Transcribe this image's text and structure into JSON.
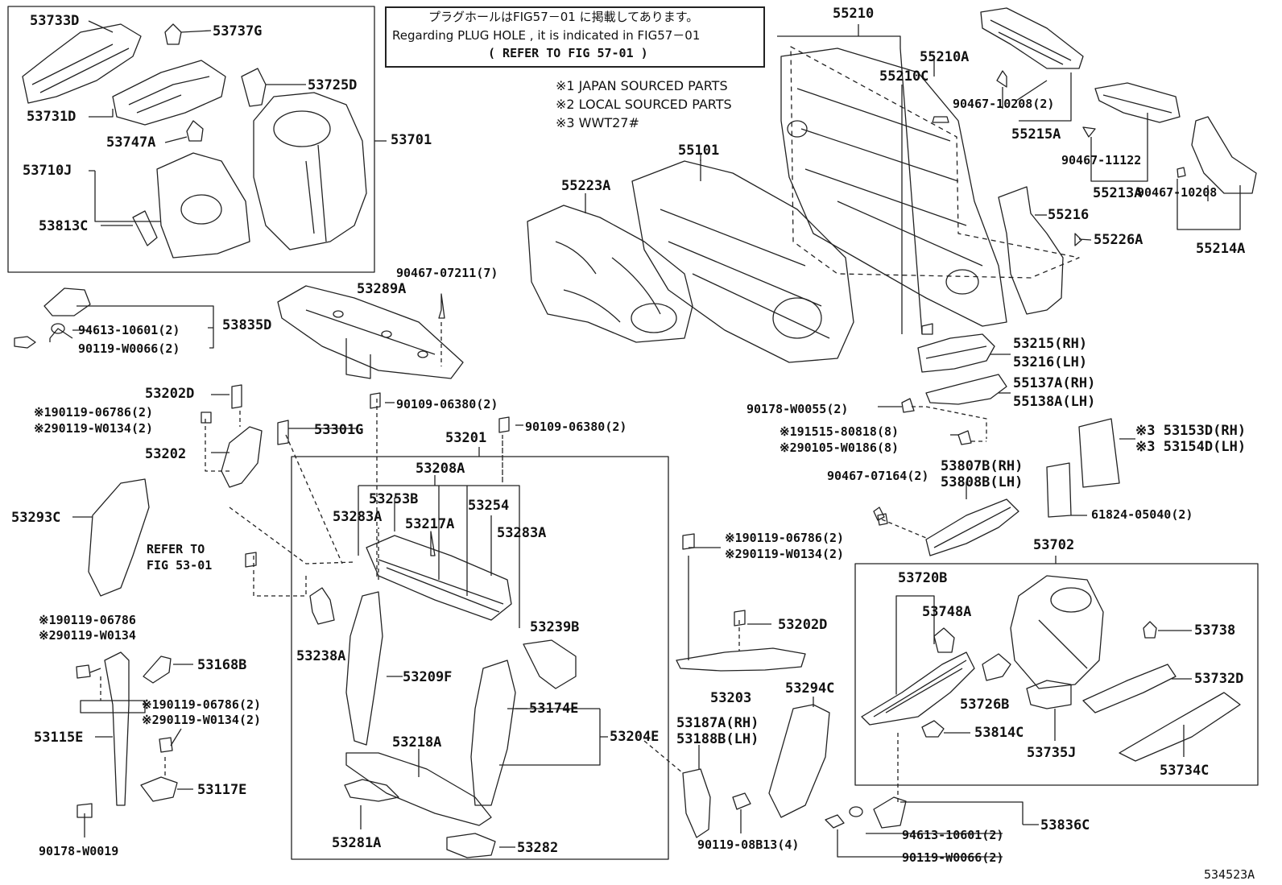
{
  "note": {
    "line_jp": "プラグホールはFIG57－01 に掲載してあります。",
    "line_en": "Regarding PLUG HOLE , it is indicated in FIG57－01",
    "line_ref": "(  REFER TO FIG 57-01 )"
  },
  "legend": [
    "※1 JAPAN SOURCED PARTS",
    "※2 LOCAL SOURCED PARTS",
    "※3 WWT27#"
  ],
  "refer": {
    "line1": "REFER TO",
    "line2": "FIG 53-01"
  },
  "figure_code": "534523A",
  "labels": {
    "p53733D": "53733D",
    "p53737G": "53737G",
    "p53725D": "53725D",
    "p53731D": "53731D",
    "p53747A": "53747A",
    "p53701": "53701",
    "p53710J": "53710J",
    "p53813C": "53813C",
    "p53835D": "53835D",
    "p94613a": "94613-10601(2)",
    "p90119a": "90119-W0066(2)",
    "p53289A": "53289A",
    "p90467_07211": "90467-07211(7)",
    "p55210": "55210",
    "p55210A": "55210A",
    "p55210C": "55210C",
    "p55101": "55101",
    "p55223A": "55223A",
    "p90467_10208_2": "90467-10208(2)",
    "p55215A": "55215A",
    "p90467_11122": "90467-11122",
    "p55213A": "55213A",
    "p55216": "55216",
    "p90467_10208": "90467-10208",
    "p55226A": "55226A",
    "p55214A": "55214A",
    "p53215": "53215(RH)",
    "p53216": "53216(LH)",
    "p55137A": "55137A(RH)",
    "p55138A": "55138A(LH)",
    "p90178_W0055": "90178-W0055(2)",
    "p91515": "※191515-80818(8)",
    "p90105": "※290105-W0186(8)",
    "p53153D": "※3 53153D(RH)",
    "p53154D": "※3 53154D(LH)",
    "p90467_07164": "90467-07164(2)",
    "p53807B": "53807B(RH)",
    "p53808B": "53808B(LH)",
    "p61824": "61824-05040(2)",
    "p53702": "53702",
    "p53202D_a": "53202D",
    "p90119_06786a": "※190119-06786(2)",
    "p90119_W0134a": "※290119-W0134(2)",
    "p53202": "53202",
    "p53301G": "53301G",
    "p90109a": "90109-06380(2)",
    "p90109b": "90109-06380(2)",
    "p53201": "53201",
    "p53208A": "53208A",
    "p53253B": "53253B",
    "p53283A_l": "53283A",
    "p53217A": "53217A",
    "p53254": "53254",
    "p53283A_r": "53283A",
    "p53293C": "53293C",
    "p90119_06786b": "※190119-06786",
    "p90119_W0134b": "※290119-W0134",
    "p53168B": "53168B",
    "p90119_06786c": "※190119-06786(2)",
    "p90119_W0134c": "※290119-W0134(2)",
    "p53115E": "53115E",
    "p53117E": "53117E",
    "p90178_W0019": "90178-W0019",
    "p53238A": "53238A",
    "p53209F": "53209F",
    "p53239B": "53239B",
    "p53174E": "53174E",
    "p53204E": "53204E",
    "p53218A": "53218A",
    "p53281A": "53281A",
    "p53282": "53282",
    "p90119_06786d": "※190119-06786(2)",
    "p90119_W0134d": "※290119-W0134(2)",
    "p53202D_b": "53202D",
    "p53203": "53203",
    "p53294C": "53294C",
    "p53187A": "53187A(RH)",
    "p53188B": "53188B(LH)",
    "p90119_08B13": "90119-08B13(4)",
    "p53720B": "53720B",
    "p53748A": "53748A",
    "p53738": "53738",
    "p53732D": "53732D",
    "p53726B": "53726B",
    "p53814C": "53814C",
    "p53735J": "53735J",
    "p53734C": "53734C",
    "p53836C": "53836C",
    "p94613b": "94613-10601(2)",
    "p90119b": "90119-W0066(2)"
  }
}
